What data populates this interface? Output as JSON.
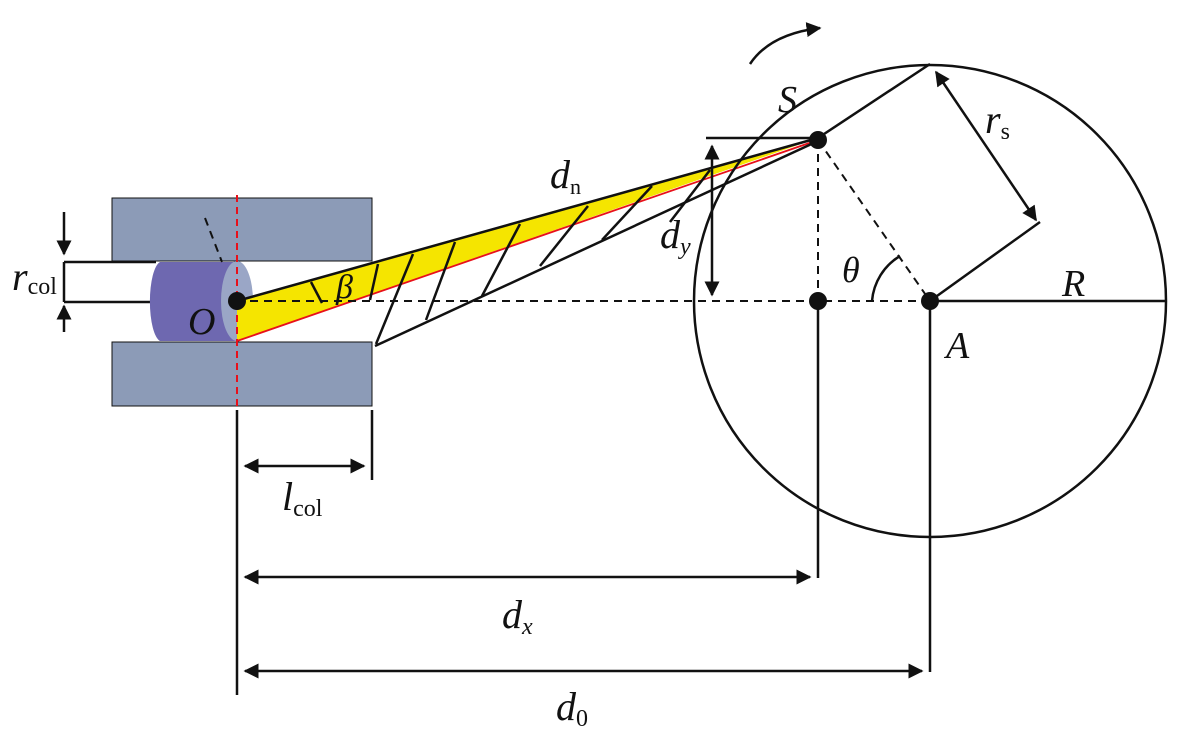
{
  "colors": {
    "collimator_plate": "#8C9BB7",
    "cylinder_body": "#6E68B0",
    "cylinder_face": "#9AA6C6",
    "beam_fill": "#F5E500",
    "beam_edge": "#E8101A",
    "axis_red_dash": "#E8101A",
    "ink": "#111111"
  },
  "labels": {
    "r_col": {
      "main": "r",
      "sub": "col"
    },
    "l_col": {
      "main": "l",
      "sub": "col"
    },
    "O": "O",
    "beta": "β",
    "d_n": {
      "main": "d",
      "sub": "n"
    },
    "d_y": {
      "main": "d",
      "sub": "y"
    },
    "S": "S",
    "r_s": {
      "main": "r",
      "sub": "s"
    },
    "theta": "θ",
    "R": "R",
    "A": "A",
    "d_x": {
      "main": "d",
      "sub": "x"
    },
    "d_0": {
      "main": "d",
      "sub": "0"
    }
  },
  "icons": {
    "rotation": "curved-arrow-icon"
  }
}
